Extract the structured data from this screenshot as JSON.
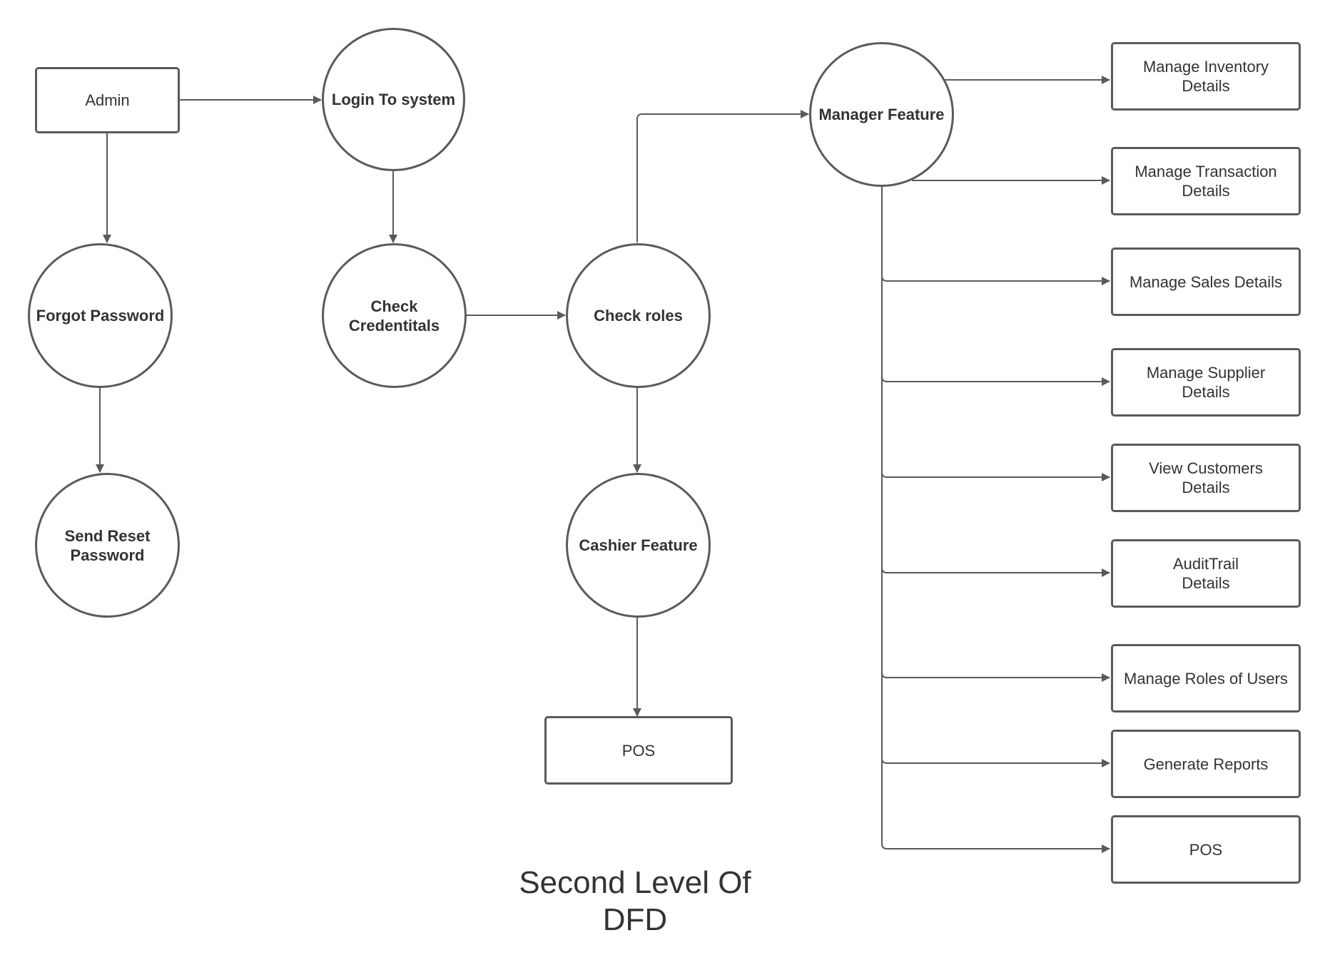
{
  "nodes": {
    "admin": "Admin",
    "login": "Login To system",
    "forgot": "Forgot Password",
    "send_reset": "Send Reset\nPassword",
    "check_credentials": "Check\nCredentitals",
    "check_roles": "Check roles",
    "cashier": "Cashier Feature",
    "pos_cashier": "POS",
    "manager": "Manager Feature",
    "inventory": "Manage Inventory\nDetails",
    "transaction": "Manage Transaction\nDetails",
    "sales": "Manage Sales Details",
    "supplier": "Manage Supplier\nDetails",
    "customers": "View Customers\nDetails",
    "audit": "AuditTrail\nDetails",
    "roles": "Manage Roles of Users",
    "reports": "Generate Reports",
    "pos_manager": "POS"
  },
  "title": "Second Level Of\nDFD",
  "colors": {
    "stroke": "#5a5a5a",
    "text": "#333333",
    "background": "#ffffff"
  }
}
